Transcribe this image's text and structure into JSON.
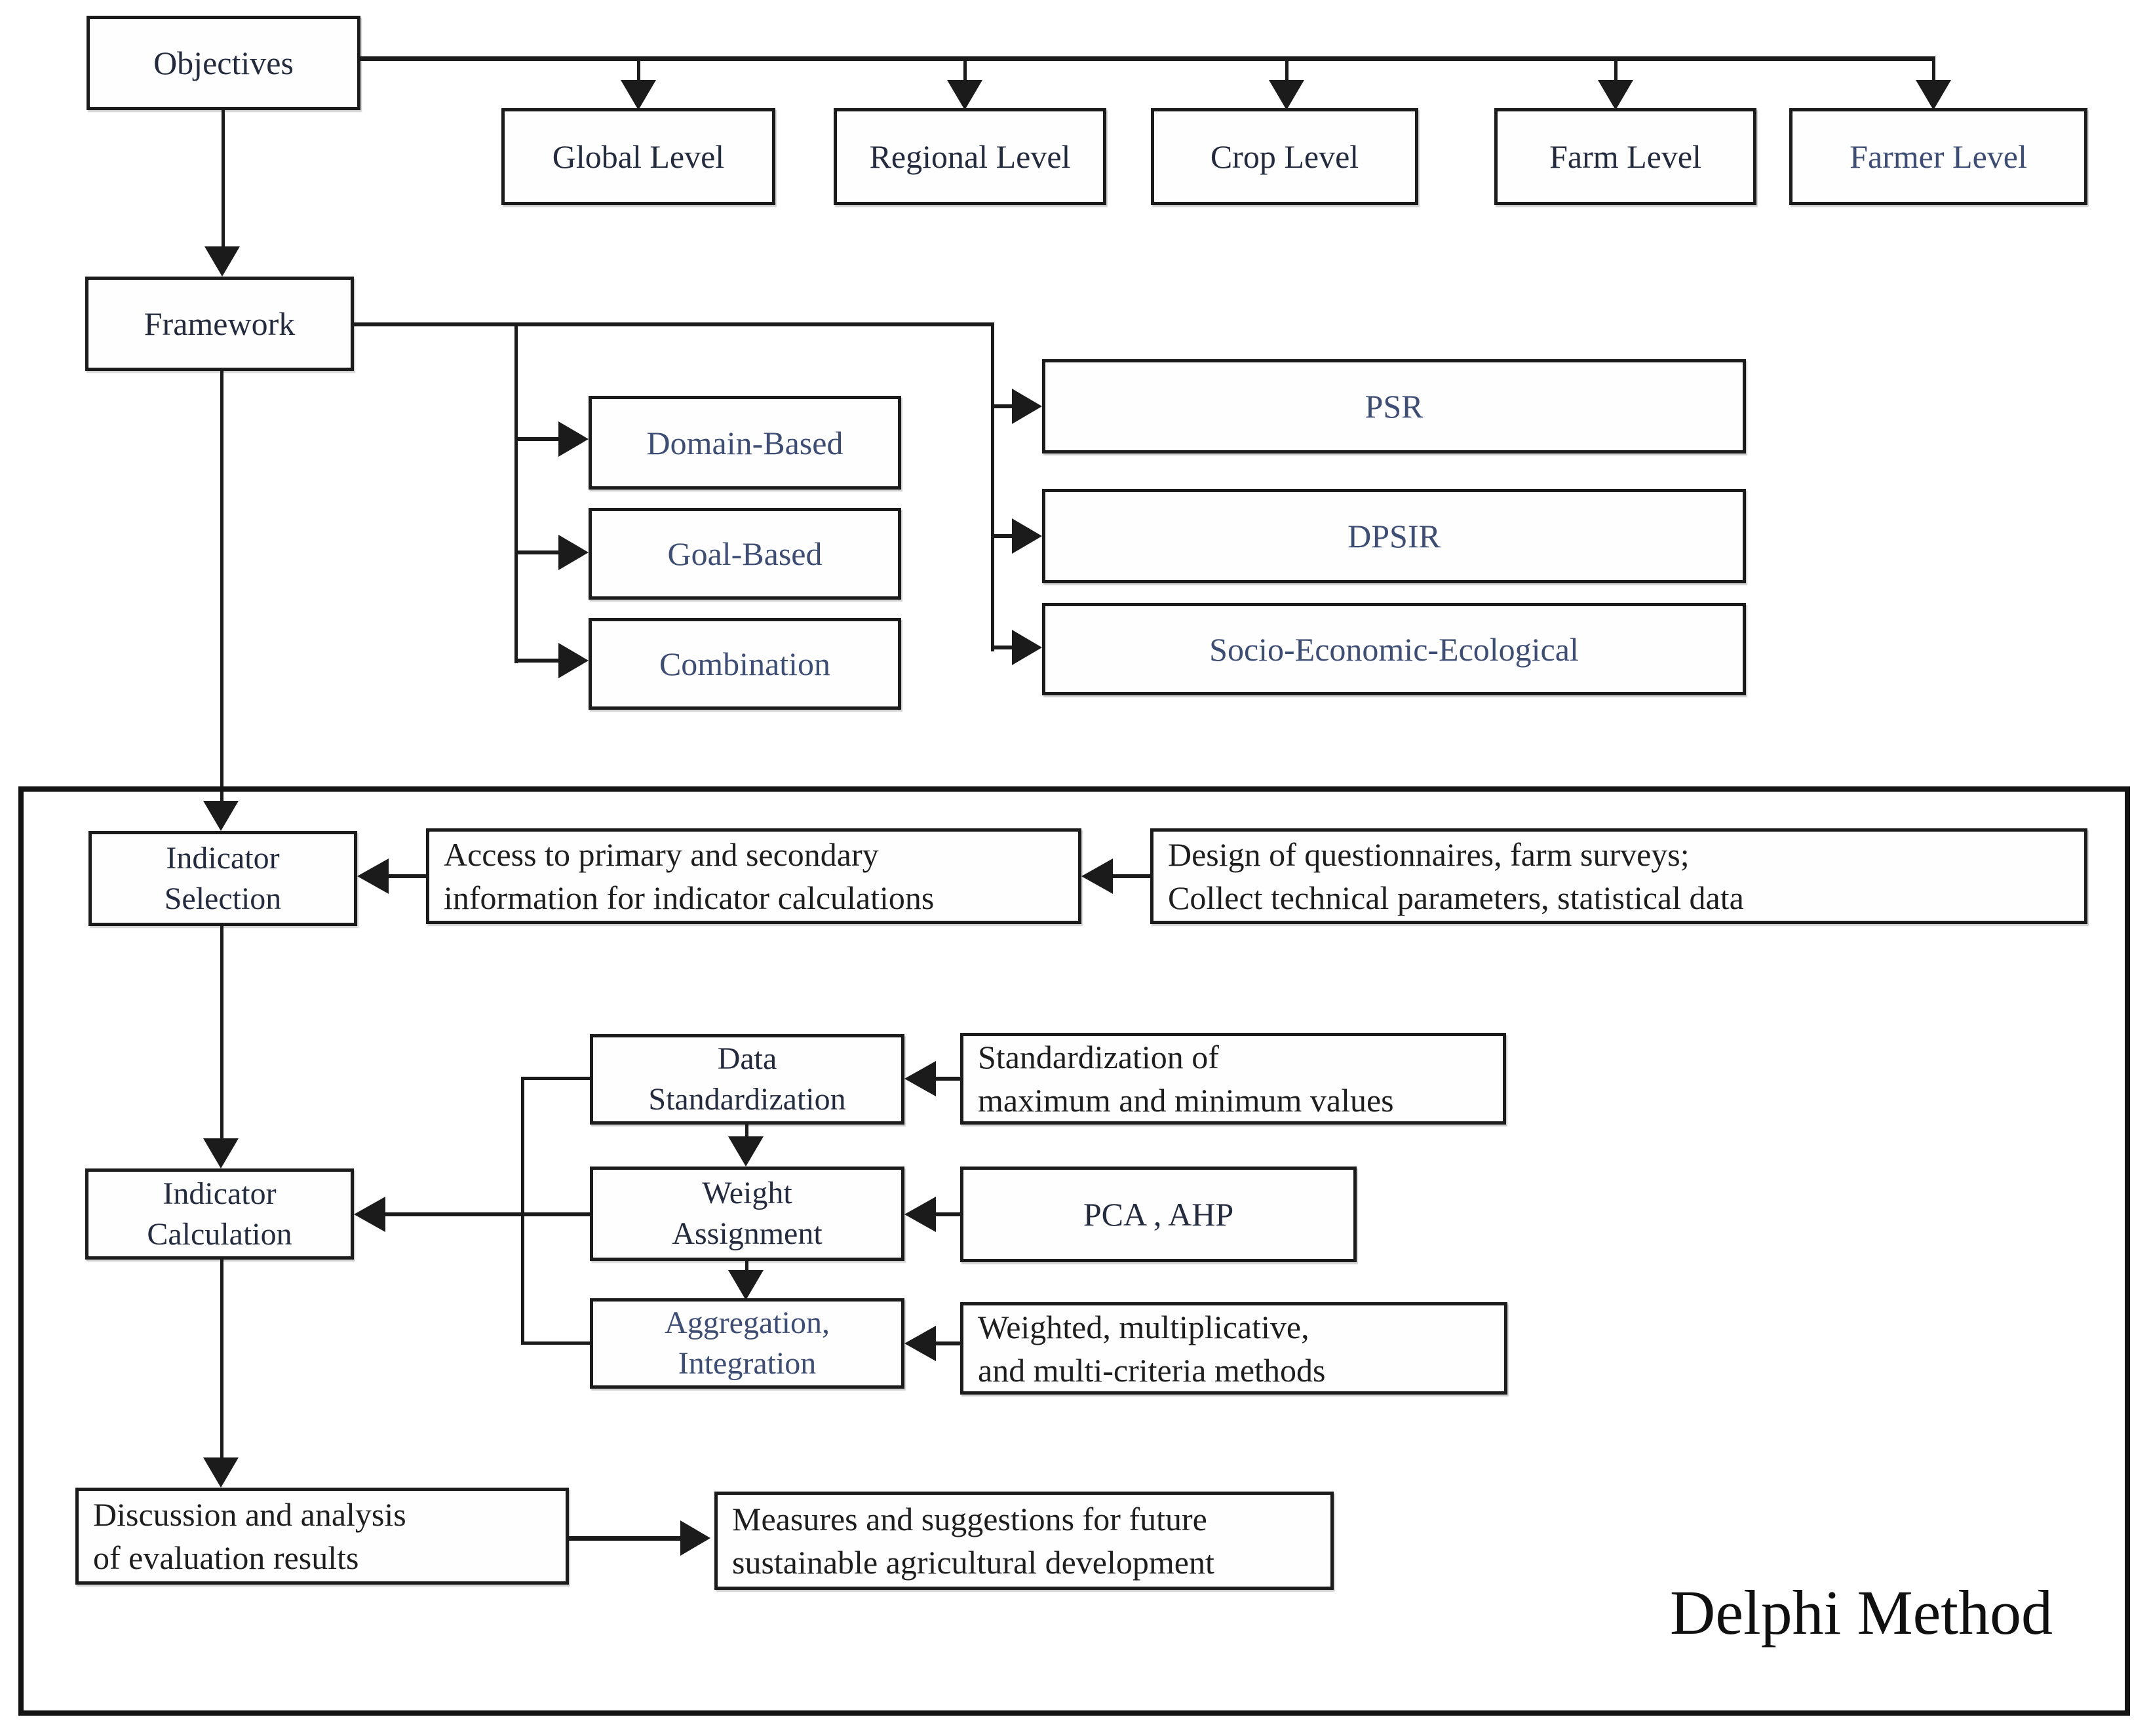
{
  "nodes": {
    "objectives": {
      "label": "Objectives"
    },
    "levels": [
      {
        "label": "Global Level"
      },
      {
        "label": "Regional Level"
      },
      {
        "label": "Crop Level"
      },
      {
        "label": "Farm Level"
      },
      {
        "label": "Farmer Level"
      }
    ],
    "framework": {
      "label": "Framework"
    },
    "framework_types": [
      {
        "label": "Domain-Based"
      },
      {
        "label": "Goal-Based"
      },
      {
        "label": "Combination"
      }
    ],
    "framework_models": [
      {
        "label": "PSR"
      },
      {
        "label": "DPSIR"
      },
      {
        "label": "Socio-Economic-Ecological"
      }
    ],
    "indicator_selection": {
      "lines": [
        "Indicator",
        "Selection"
      ]
    },
    "access_info": {
      "lines": [
        "Access to primary and secondary",
        "information for indicator calculations"
      ]
    },
    "design_questionnaires": {
      "lines": [
        "Design of questionnaires, farm surveys;",
        "Collect technical parameters, statistical data"
      ]
    },
    "data_standardization": {
      "lines": [
        "Data",
        "Standardization"
      ]
    },
    "standardization_values": {
      "lines": [
        "Standardization of",
        "maximum and minimum values"
      ]
    },
    "weight_assignment": {
      "lines": [
        "Weight",
        "Assignment"
      ]
    },
    "pca_ahp": {
      "label": "PCA , AHP"
    },
    "aggregation": {
      "lines": [
        "Aggregation,",
        "Integration"
      ]
    },
    "weighted_methods": {
      "lines": [
        "Weighted, multiplicative,",
        "and multi-criteria methods"
      ]
    },
    "indicator_calculation": {
      "lines": [
        "Indicator",
        "Calculation"
      ]
    },
    "discussion": {
      "lines": [
        "Discussion and analysis",
        "of evaluation results"
      ]
    },
    "measures": {
      "lines": [
        "Measures and suggestions for future",
        "sustainable agricultural development"
      ]
    },
    "delphi": {
      "label": "Delphi Method"
    }
  },
  "colors": {
    "line": "#1b1b1b",
    "box_border": "#1b1b1b",
    "label_dark": "#242b3e",
    "label_blue": "#3d4d74",
    "text_body": "#1e1e1e"
  }
}
